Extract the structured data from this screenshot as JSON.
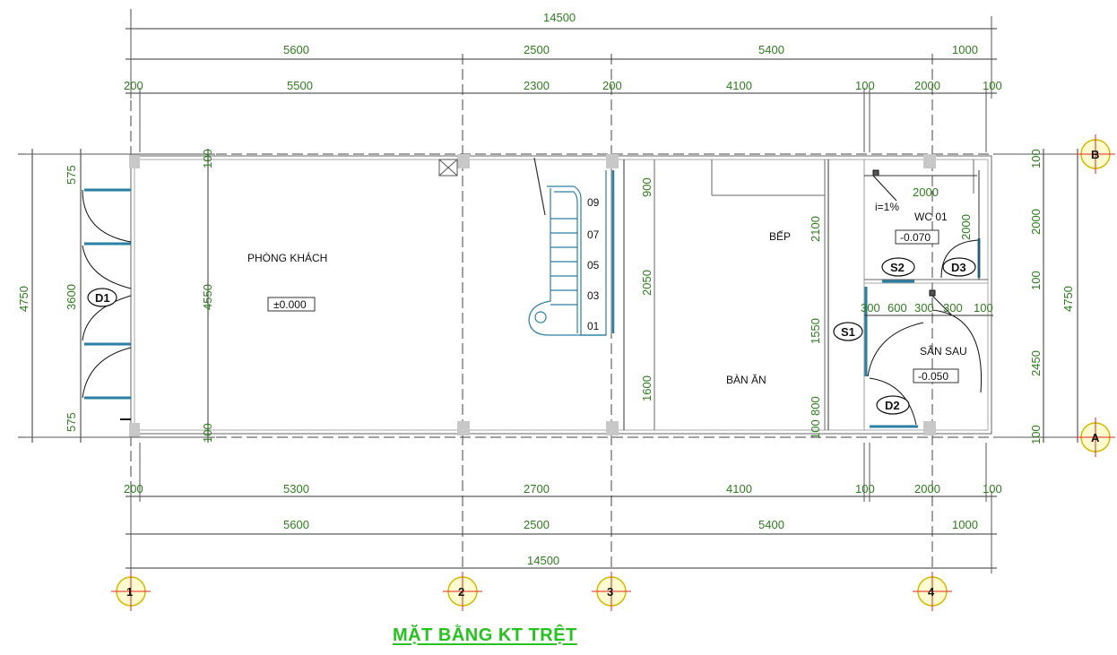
{
  "title": "MẶT BẰNG KT TRỆT",
  "grid_axes": {
    "cols": [
      "1",
      "2",
      "3",
      "4"
    ],
    "rows": [
      "B",
      "A"
    ]
  },
  "dims_top": {
    "total": "14500",
    "level2": [
      "5600",
      "2500",
      "5400",
      "1000"
    ],
    "level3": [
      "200",
      "5500",
      "2300",
      "200",
      "4100",
      "100",
      "2000",
      "100"
    ]
  },
  "dims_bottom": {
    "level1": [
      "200",
      "5300",
      "2700",
      "4100",
      "100",
      "2000",
      "100"
    ],
    "level2": [
      "5600",
      "2500",
      "5400",
      "1000"
    ],
    "total": "14500"
  },
  "dims_left": {
    "total": "4750",
    "parts": [
      "575",
      "3600",
      "575"
    ],
    "inner": [
      "100",
      "4550",
      "100"
    ]
  },
  "dims_right": {
    "total": "4750",
    "parts": [
      "100",
      "2000",
      "100",
      "2450",
      "100"
    ]
  },
  "dims_interior": {
    "stair": [
      "900",
      "2050",
      "1600"
    ],
    "kitchen": [
      "2100",
      "1550",
      "800",
      "100"
    ],
    "wc": [
      "2000",
      "2000"
    ],
    "row": [
      "300",
      "600",
      "300",
      "300",
      "100"
    ]
  },
  "rooms": {
    "living": "PHÒNG KHÁCH",
    "living_level": "±0.000",
    "kitchen": "BẾP",
    "dining": "BÀN ĂN",
    "wc": "WC 01",
    "wc_level": "-0.070",
    "backyard": "SÂN SAU",
    "backyard_level": "-0.050",
    "slope": "i=1%"
  },
  "stair_steps": [
    "09",
    "07",
    "05",
    "03",
    "01"
  ],
  "tags": {
    "d1": "D1",
    "d2": "D2",
    "d3": "D3",
    "s1": "S1",
    "s2": "S2"
  }
}
